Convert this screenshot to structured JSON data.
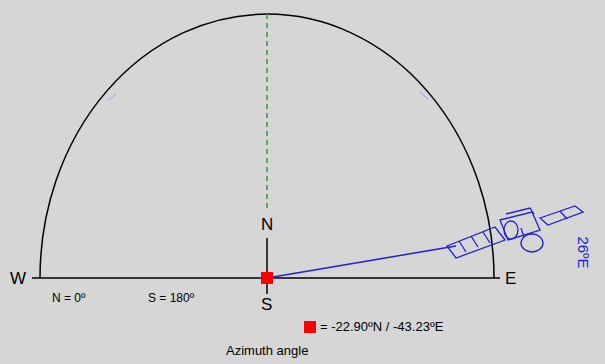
{
  "diagram": {
    "caption": "Azimuth angle",
    "labels": [
      "W",
      "E",
      "N",
      "S",
      "N = 0º",
      "S = 180º",
      "26ºE"
    ],
    "legend": [
      {
        "text": "= -22.90ºN / -43.23ºE",
        "color": "#ff0000"
      }
    ]
  }
}
